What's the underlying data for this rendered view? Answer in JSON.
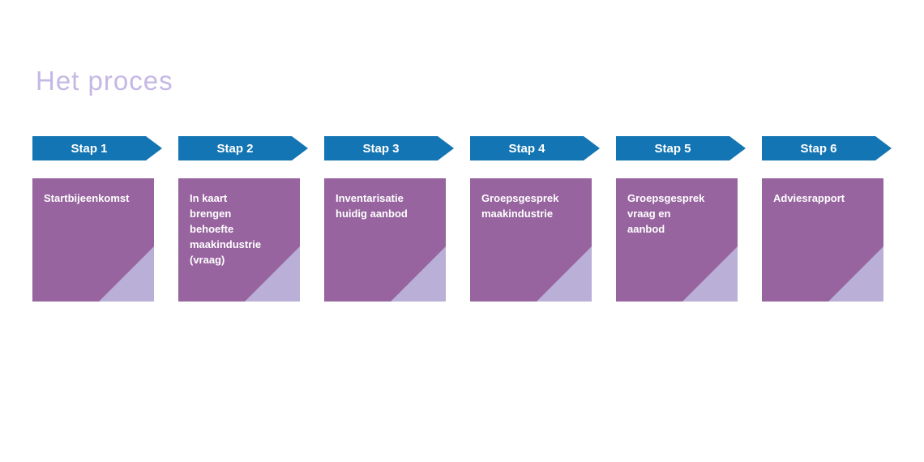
{
  "title": "Het proces",
  "colors": {
    "background": "#ffffff",
    "title-text": "#c5b8e4",
    "arrow-blue": "#1375b3",
    "box-purple": "#97649f",
    "corner-purple": "#b9afd7",
    "step-text": "#ffffff"
  },
  "steps": [
    {
      "label": "Stap 1",
      "description": "Startbijeenkomst"
    },
    {
      "label": "Stap 2",
      "description": "In kaart\nbrengen\nbehoefte\nmaakindustrie\n(vraag)"
    },
    {
      "label": "Stap 3",
      "description": "Inventarisatie\nhuidig aanbod"
    },
    {
      "label": "Stap 4",
      "description": "Groepsgesprek\nmaakindustrie"
    },
    {
      "label": "Stap 5",
      "description": "Groepsgesprek\nvraag en\naanbod"
    },
    {
      "label": "Stap 6",
      "description": "Adviesrapport"
    }
  ]
}
